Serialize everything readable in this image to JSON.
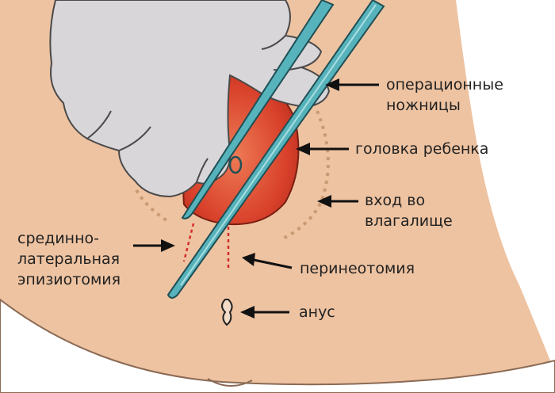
{
  "labels": {
    "scissors": [
      "операционные",
      "ножницы"
    ],
    "baby_head": "головка ребенка",
    "vaginal_entrance": [
      "вход во",
      "влагалище"
    ],
    "mediolateral": [
      "срединно-",
      "латеральная",
      "эпизиотомия"
    ],
    "perineotomy": "перинеотомия",
    "anus": "анус"
  },
  "colors": {
    "skin": "#eec3a1",
    "glove": "#d8d6d9",
    "head": "#d8402a",
    "scissors": "#57b3bb",
    "arrow": "#111111",
    "incision": "#d62b2b",
    "dots": "#c99a73"
  }
}
